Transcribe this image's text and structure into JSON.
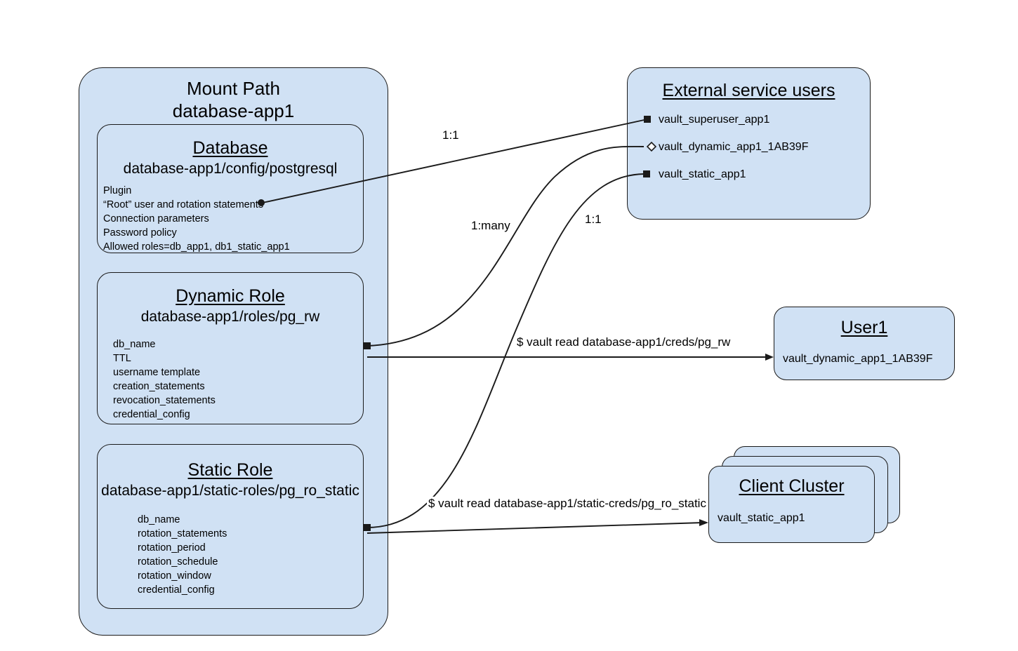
{
  "diagram": {
    "title": "Vault database secrets engine mount layout",
    "palette": {
      "box_fill": "#d0e1f4",
      "stroke": "#1a1a1a",
      "page_bg": "#ffffff"
    }
  },
  "mount": {
    "title_line1": "Mount Path",
    "title_line2": "database-app1"
  },
  "database": {
    "title": "Database",
    "path": "database-app1/config/postgresql",
    "fields": [
      "Plugin",
      "“Root” user and rotation statements",
      "Connection parameters",
      "Password policy",
      "Allowed roles=db_app1, db1_static_app1"
    ]
  },
  "dynamic_role": {
    "title": "Dynamic Role",
    "path": "database-app1/roles/pg_rw",
    "fields": [
      "db_name",
      "TTL",
      "username template",
      "creation_statements",
      "revocation_statements",
      "credential_config"
    ]
  },
  "static_role": {
    "title": "Static Role",
    "path": "database-app1/static-roles/pg_ro_static",
    "fields": [
      "db_name",
      "rotation_statements",
      "rotation_period",
      "rotation_schedule",
      "rotation_window",
      "credential_config"
    ]
  },
  "external_users": {
    "title": "External service users",
    "items": [
      {
        "label": "vault_superuser_app1",
        "marker": "filled-square"
      },
      {
        "label": "vault_dynamic_app1_1AB39F",
        "marker": "open-diamond"
      },
      {
        "label": "vault_static_app1",
        "marker": "filled-square"
      }
    ]
  },
  "user1": {
    "title": "User1",
    "credential": "vault_dynamic_app1_1AB39F"
  },
  "client_cluster": {
    "title": "Client Cluster",
    "credential": "vault_static_app1",
    "stack_count": 3
  },
  "edges": [
    {
      "name": "database-to-superuser",
      "label": "1:1"
    },
    {
      "name": "dynamic-role-to-dynamic-user",
      "label": "1:many"
    },
    {
      "name": "static-role-to-static-user",
      "label": "1:1"
    },
    {
      "name": "dynamic-role-to-user1",
      "label": "$ vault read database-app1/creds/pg_rw"
    },
    {
      "name": "static-role-to-client-cluster",
      "label": "$ vault read database-app1/static-creds/pg_ro_static"
    }
  ]
}
